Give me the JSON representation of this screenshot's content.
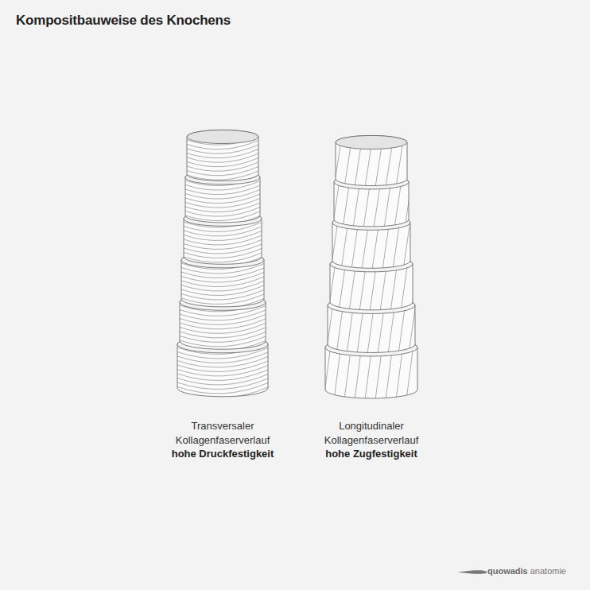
{
  "diagram": {
    "title": "Kompositbauweise des Knochens",
    "labels": [
      "Transversaler Kollagenfaserverlauf",
      "hohe Druckfestigkeit",
      "Longitudinaler Kollagenfaserverlauf",
      "hohe Zugfestigkeit",
      "quowadis",
      "anatomie"
    ]
  }
}
